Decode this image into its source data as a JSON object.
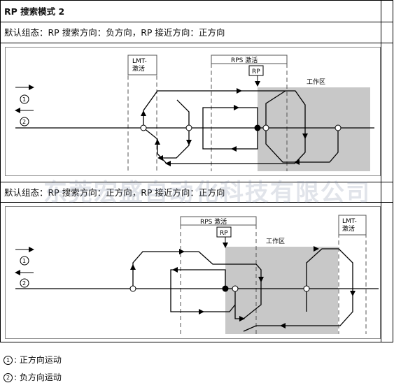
{
  "table": {
    "title": "RP 搜索模式 2",
    "section1_header": "默认组态：RP 搜索方向：负方向，RP 接近方向：正方向",
    "section2_header": "默认组态：RP 搜索方向：正方向，RP 接近方向：正方向"
  },
  "diagram1": {
    "lmt_label_line1": "LMT-",
    "lmt_label_line2": "激活",
    "rps_label": "RPS 激活",
    "rp_label": "RP",
    "workzone_label": "工作区",
    "marker1": "1",
    "marker2": "2"
  },
  "diagram2": {
    "lmt_label_line1": "LMT-",
    "lmt_label_line2": "激活",
    "rps_label": "RPS 激活",
    "rp_label": "RP",
    "workzone_label": "工作区",
    "marker1": "1",
    "marker2": "2"
  },
  "watermark": "东莞宏盛自动化科技有限公司",
  "legend": {
    "item1_num": "1",
    "item1_text": ": 正方向运动",
    "item2_num": "2",
    "item2_text": ": 负方向运动"
  },
  "colors": {
    "workzone_fill": "#c8c8c8",
    "line": "#000000",
    "dash": "#555555"
  }
}
